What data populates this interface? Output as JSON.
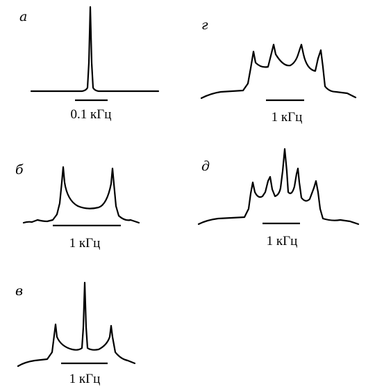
{
  "figure": {
    "panels": [
      {
        "id": "a",
        "letter": "а",
        "scale_label": "0.1 кГц"
      },
      {
        "id": "b",
        "letter": "б",
        "scale_label": "1 кГц"
      },
      {
        "id": "v",
        "letter": "в",
        "scale_label": "1 кГц"
      },
      {
        "id": "g",
        "letter": "г",
        "scale_label": "1 кГц"
      },
      {
        "id": "d",
        "letter": "д",
        "scale_label": "1 кГц"
      }
    ]
  }
}
